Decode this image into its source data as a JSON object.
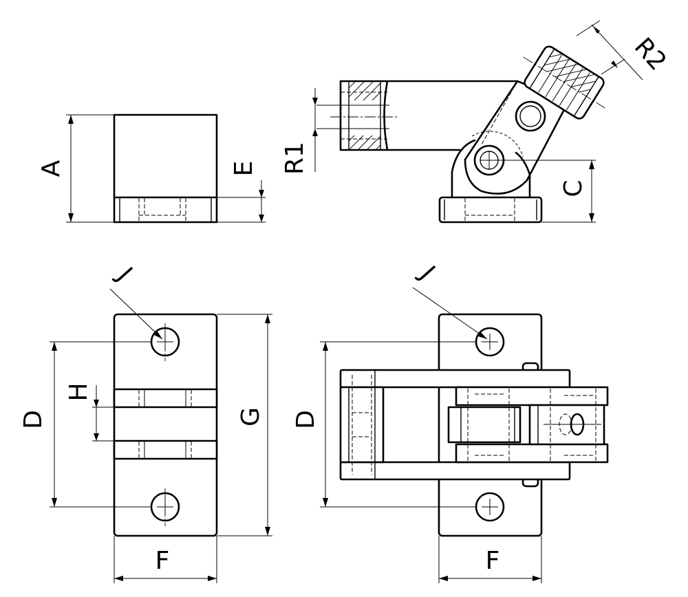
{
  "labels": {
    "A": "A",
    "E": "E",
    "R1": "R1",
    "C": "C",
    "R2": "R2",
    "J_left": "J",
    "J_right": "J",
    "D_left": "D",
    "H": "H",
    "G": "G",
    "F_left": "F",
    "D_right": "D",
    "F_right": "F"
  },
  "colors": {
    "line": "#000000",
    "background": "#ffffff"
  }
}
